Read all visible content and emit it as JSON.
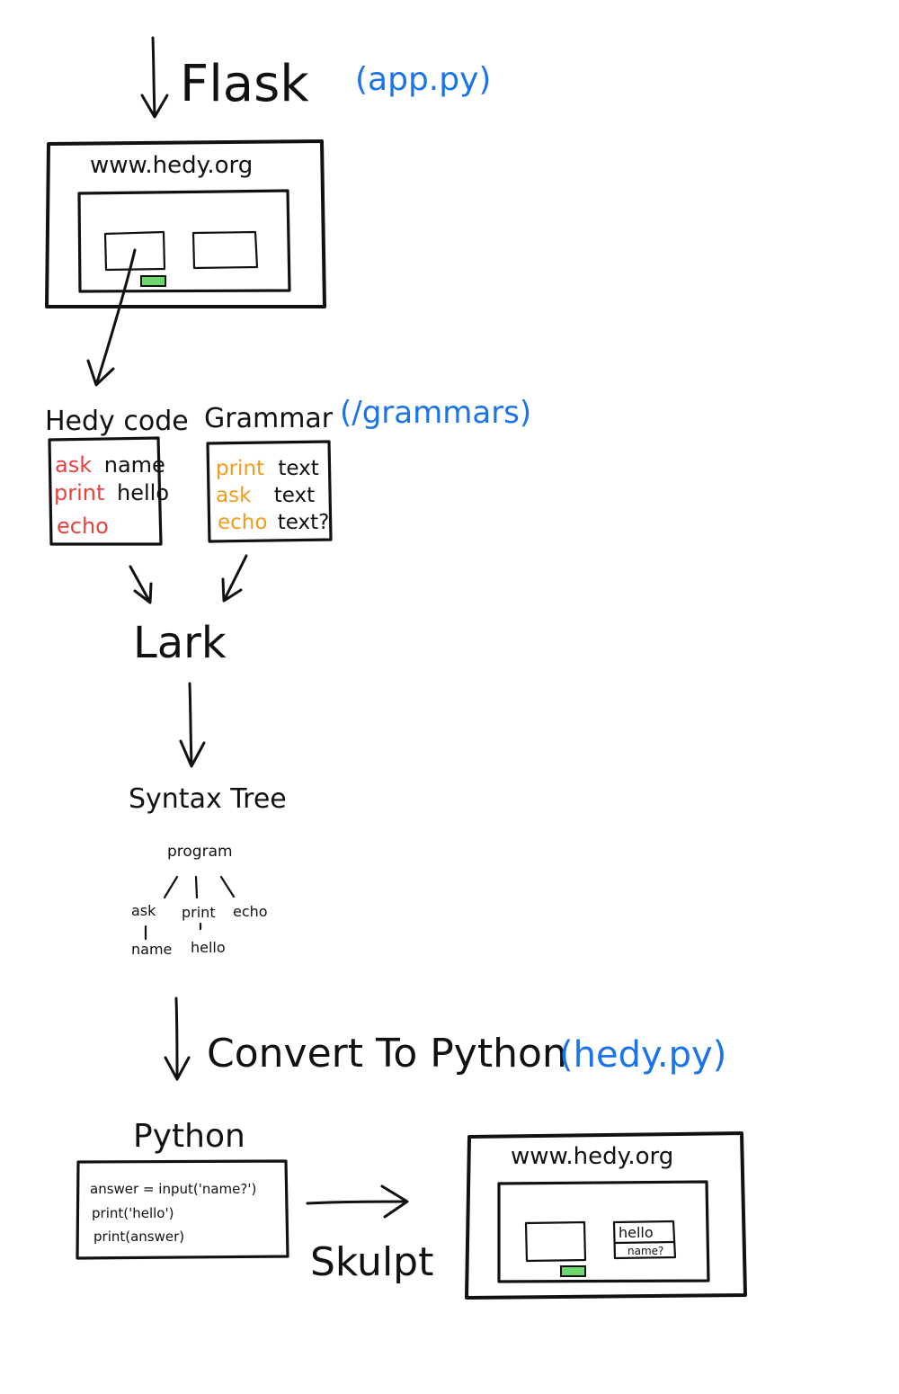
{
  "flask": {
    "label": "Flask",
    "file": "(app.py)"
  },
  "browser_top": {
    "url": "www.hedy.org"
  },
  "hedy_code": {
    "heading": "Hedy code",
    "lines": [
      {
        "keyword": "ask",
        "arg": "name"
      },
      {
        "keyword": "print",
        "arg": "hello"
      },
      {
        "keyword": "echo",
        "arg": ""
      }
    ]
  },
  "grammar": {
    "heading": "Grammar",
    "file": "(/grammars)",
    "lines": [
      {
        "keyword": "print",
        "arg": "text"
      },
      {
        "keyword": "ask",
        "arg": "text"
      },
      {
        "keyword": "echo",
        "arg": "text?"
      }
    ]
  },
  "lark": {
    "label": "Lark"
  },
  "syntax_tree": {
    "heading": "Syntax Tree",
    "root": "program",
    "children": [
      "ask",
      "print",
      "echo"
    ],
    "leaves": [
      "name",
      "hello"
    ]
  },
  "convert": {
    "label": "Convert To Python",
    "file": "(hedy.py)"
  },
  "python": {
    "heading": "Python",
    "lines": [
      "answer = input('name?')",
      "print('hello')",
      "print(answer)"
    ]
  },
  "skulpt": {
    "label": "Skulpt"
  },
  "browser_bottom": {
    "url": "www.hedy.org",
    "output_lines": [
      "hello",
      "name?"
    ]
  },
  "colors": {
    "ink": "#111111",
    "annotation_blue": "#1a73e8",
    "keyword_red": "#e8423f",
    "keyword_orange": "#f29b1f",
    "button_green": "#6fd66f"
  }
}
